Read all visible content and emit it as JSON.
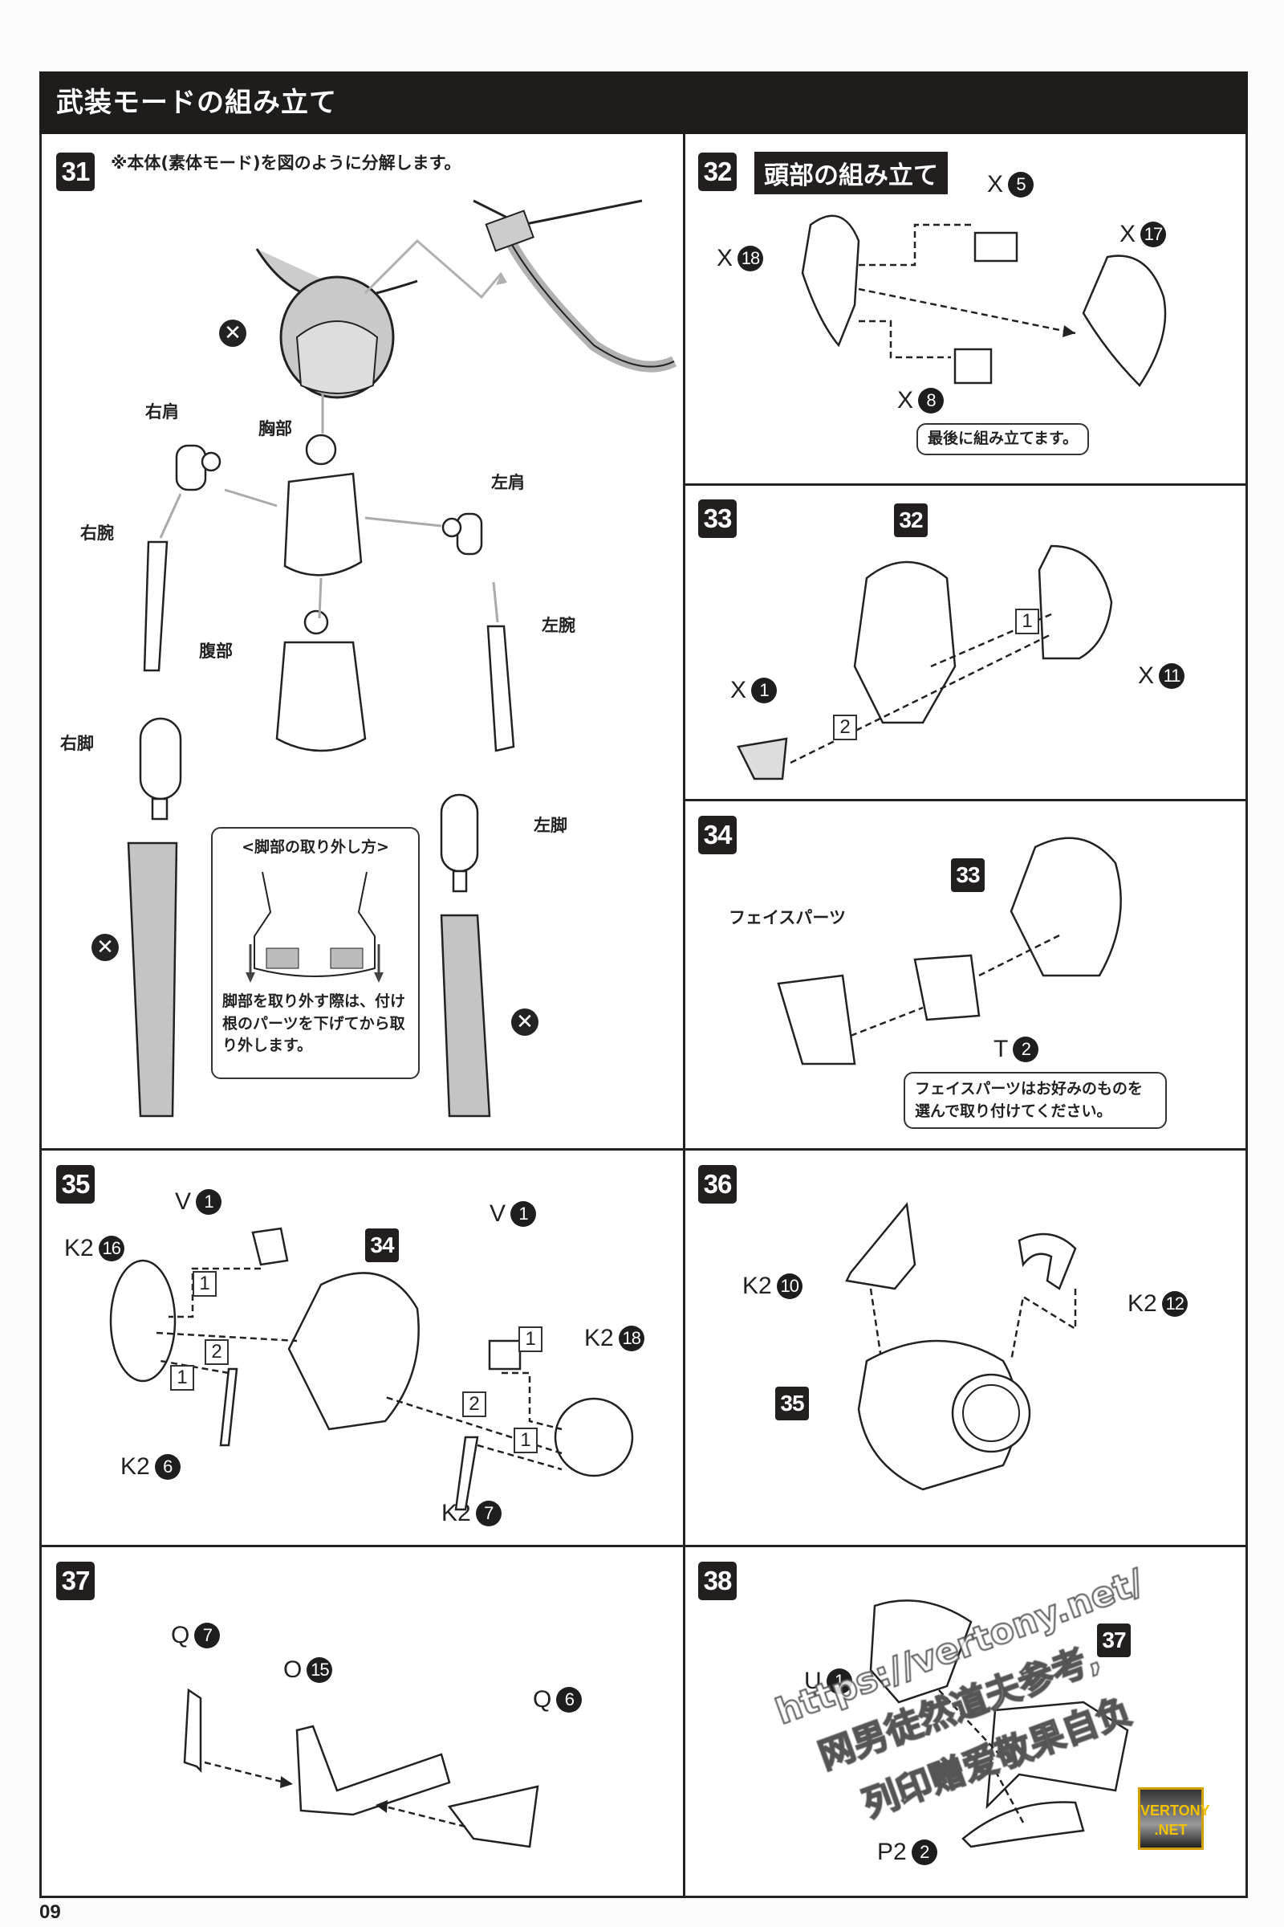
{
  "page": {
    "section_title": "武装モードの組み立て",
    "page_number": "09"
  },
  "steps": {
    "s31": {
      "number": "31",
      "note": "※本体(素体モード)を図のように分解します。",
      "labels": {
        "right_shoulder": "右肩",
        "chest": "胸部",
        "left_shoulder": "左肩",
        "right_arm": "右腕",
        "left_arm": "左腕",
        "abdomen": "腹部",
        "right_leg": "右脚",
        "left_leg": "左脚"
      },
      "callout_title": "<脚部の取り外し方>",
      "callout_text": "脚部を取り外す際は、付け根のパーツを下げてから取り外します。",
      "x_mark": "✕"
    },
    "s32": {
      "number": "32",
      "title": "頭部の組み立て",
      "parts": [
        {
          "runner": "X",
          "num": "5"
        },
        {
          "runner": "X",
          "num": "18"
        },
        {
          "runner": "X",
          "num": "17"
        },
        {
          "runner": "X",
          "num": "8"
        }
      ],
      "callout": "最後に組み立てます。"
    },
    "s33": {
      "number": "33",
      "ref": "32",
      "parts": [
        {
          "runner": "X",
          "num": "1"
        },
        {
          "runner": "X",
          "num": "11"
        }
      ],
      "seq": [
        "1",
        "2"
      ]
    },
    "s34": {
      "number": "34",
      "ref": "33",
      "face_label": "フェイスパーツ",
      "parts": [
        {
          "runner": "T",
          "num": "2"
        }
      ],
      "callout": "フェイスパーツはお好みのものを選んで取り付けてください。"
    },
    "s35": {
      "number": "35",
      "ref": "34",
      "parts": [
        {
          "runner": "V",
          "num": "1"
        },
        {
          "runner": "K2",
          "num": "16"
        },
        {
          "runner": "K2",
          "num": "6"
        },
        {
          "runner": "V",
          "num": "1"
        },
        {
          "runner": "K2",
          "num": "18"
        },
        {
          "runner": "K2",
          "num": "7"
        }
      ],
      "seq": [
        "1",
        "2",
        "1",
        "1",
        "2",
        "1"
      ]
    },
    "s36": {
      "number": "36",
      "ref": "35",
      "parts": [
        {
          "runner": "K2",
          "num": "10"
        },
        {
          "runner": "K2",
          "num": "12"
        }
      ]
    },
    "s37": {
      "number": "37",
      "parts": [
        {
          "runner": "Q",
          "num": "7"
        },
        {
          "runner": "O",
          "num": "15"
        },
        {
          "runner": "Q",
          "num": "6"
        }
      ]
    },
    "s38": {
      "number": "38",
      "ref": "37",
      "parts": [
        {
          "runner": "U",
          "num": "1"
        },
        {
          "runner": "P2",
          "num": "2"
        }
      ]
    }
  },
  "watermark": {
    "line1": "https://vertony.net/",
    "line2": "网男徒然道夫参考,",
    "line3": "列印赠爱敬果自负",
    "badge_line1": "VERTONY",
    "badge_line2": ".NET"
  }
}
